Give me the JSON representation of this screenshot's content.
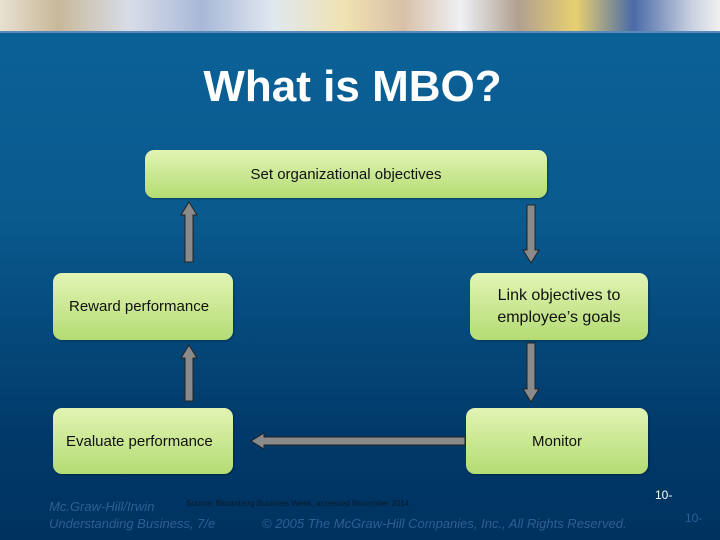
{
  "title": "What is MBO?",
  "boxes": {
    "set": "Set organizational objectives",
    "reward": "Reward performance",
    "link": "Link objectives to employee’s goals",
    "evaluate": "Evaluate performance",
    "monitor": "Monitor"
  },
  "footer": {
    "publisher": "Mc.Graw-Hill/Irwin",
    "book": "Understanding Business, 7/e",
    "copyright": "© 2005 The McGraw-Hill Companies, Inc., All Rights Reserved.",
    "source": "Source: Bloomberg Business Week, accessed November 2014",
    "page_top": "10-",
    "page_right": "10-"
  }
}
